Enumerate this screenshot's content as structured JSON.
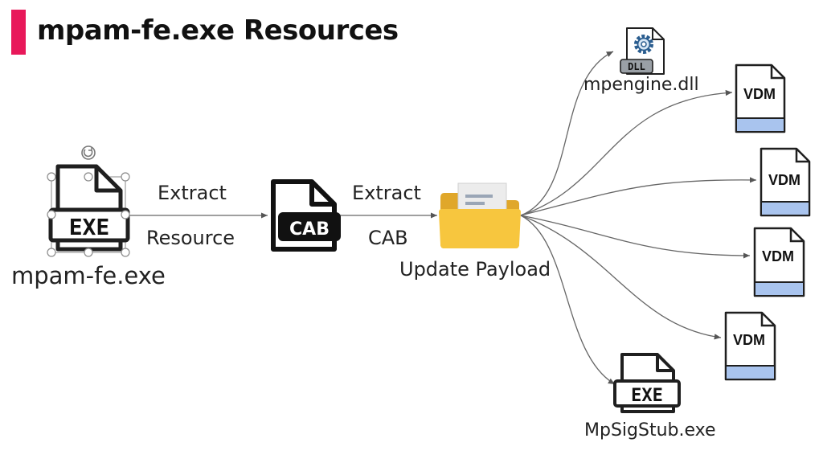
{
  "title": "mpam-fe.exe Resources",
  "colors": {
    "accent": "#e8185a",
    "folder": "#f7c63e",
    "vdm_band": "#a9c4ee",
    "icon_stroke": "#1f1f1f"
  },
  "nodes": {
    "source_exe": {
      "icon_text": "EXE",
      "label": "mpam-fe.exe"
    },
    "cab_file": {
      "icon_text": "CAB"
    },
    "payload": {
      "label": "Update Payload"
    },
    "engine_dll": {
      "icon_text": "DLL",
      "label": "mpengine.dll"
    },
    "vdm_files": [
      {
        "icon_text": "VDM"
      },
      {
        "icon_text": "VDM"
      },
      {
        "icon_text": "VDM"
      },
      {
        "icon_text": "VDM"
      }
    ],
    "sigstub_exe": {
      "icon_text": "EXE",
      "label": "MpSigStub.exe"
    }
  },
  "edges": {
    "exe_to_cab": {
      "line1": "Extract",
      "line2": "Resource"
    },
    "cab_to_payload": {
      "line1": "Extract",
      "line2": "CAB"
    }
  }
}
